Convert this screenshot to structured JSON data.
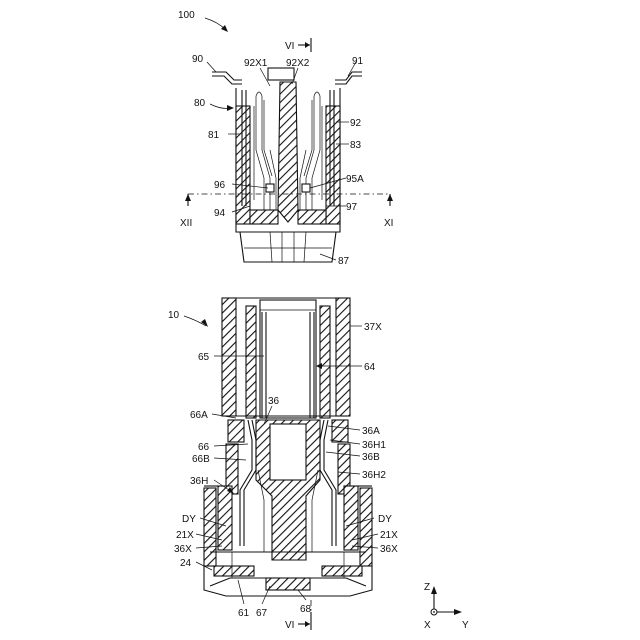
{
  "labels": {
    "l100": "100",
    "l90": "90",
    "l80": "80",
    "l81": "81",
    "l92x1": "92X1",
    "l92x2": "92X2",
    "l91": "91",
    "l92": "92",
    "l83": "83",
    "l96": "96",
    "l94": "94",
    "l95a": "95A",
    "l97": "97",
    "l87": "87",
    "lvi_top": "VI",
    "lvi_bot": "VI",
    "lxii": "XII",
    "lxi": "XI",
    "l10": "10",
    "l37x": "37X",
    "l65": "65",
    "l64": "64",
    "l66a": "66A",
    "l36": "36",
    "l36a": "36A",
    "l36h1": "36H1",
    "l66": "66",
    "l66b": "66B",
    "l36b": "36B",
    "l36h2": "36H2",
    "l36h": "36H",
    "ldy_l": "DY",
    "ldy_r": "DY",
    "l21x_l": "21X",
    "l21x_r": "21X",
    "l36x_l": "36X",
    "l36x_r": "36X",
    "l24": "24",
    "l61": "61",
    "l67": "67",
    "l68": "68",
    "axis_z": "Z",
    "axis_x": "X",
    "axis_y": "Y"
  }
}
